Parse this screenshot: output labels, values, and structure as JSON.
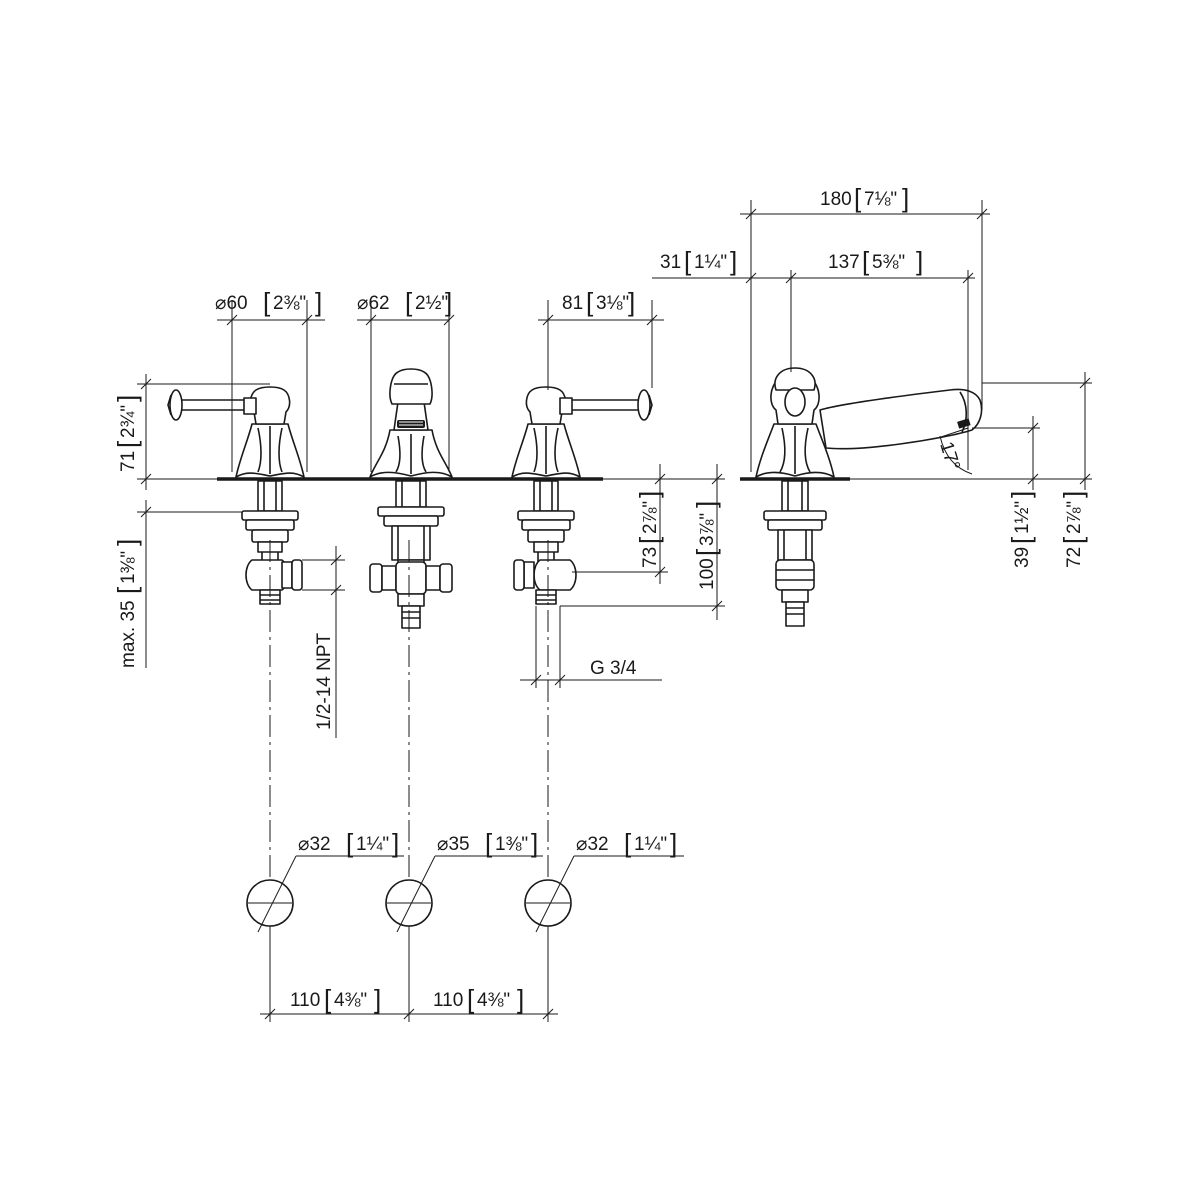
{
  "dimensions": {
    "d60": {
      "value": "⌀60",
      "inch": "2⅜\""
    },
    "d62": {
      "value": "⌀62",
      "inch": "2½\""
    },
    "d81": {
      "value": "81",
      "inch": "3⅛\""
    },
    "d180": {
      "value": "180",
      "inch": "7⅛\""
    },
    "d31": {
      "value": "31",
      "inch": "1¼\""
    },
    "d137": {
      "value": "137",
      "inch": "5⅜\""
    },
    "d71": {
      "value": "71",
      "inch": "2¾\""
    },
    "d35": {
      "value": "max. 35",
      "inch": "1⅜\""
    },
    "d73": {
      "value": "73",
      "inch": "2⅞\""
    },
    "d100": {
      "value": "100",
      "inch": "3⅞\""
    },
    "d39": {
      "value": "39",
      "inch": "1½\""
    },
    "d72": {
      "value": "72",
      "inch": "2⅞\""
    },
    "npt": "1/2-14 NPT",
    "g34": "G 3/4",
    "angle": "17°",
    "hole1": {
      "value": "⌀32",
      "inch": "1¼\""
    },
    "hole2": {
      "value": "⌀35",
      "inch": "1⅜\""
    },
    "hole3": {
      "value": "⌀32",
      "inch": "1¼\""
    },
    "spacing1": {
      "value": "110",
      "inch": "4⅜\""
    },
    "spacing2": {
      "value": "110",
      "inch": "4⅜\""
    }
  }
}
